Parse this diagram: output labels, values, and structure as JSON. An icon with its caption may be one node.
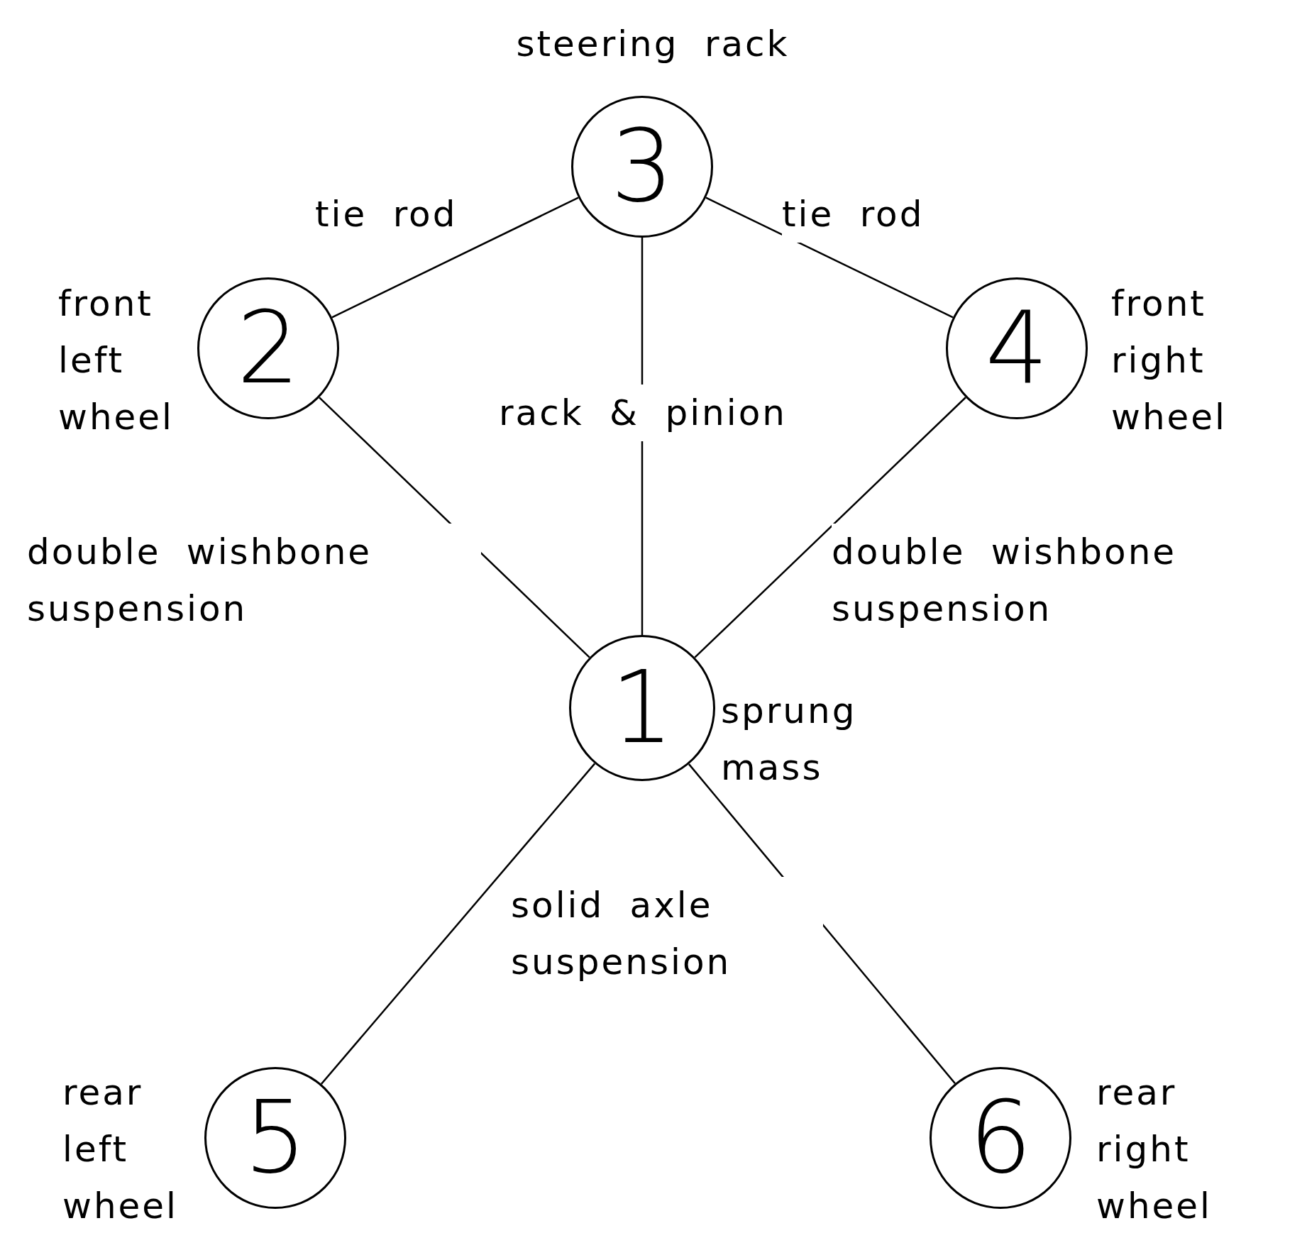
{
  "diagram": {
    "nodes": [
      {
        "text": [
          "3"
        ],
        "beside": [
          "steering rack"
        ]
      },
      {
        "text": [
          "2"
        ],
        "beside": [
          "front left wheel"
        ]
      },
      {
        "text": [
          "4"
        ],
        "beside": [
          "front right wheel"
        ]
      },
      {
        "text": [
          "1"
        ],
        "beside": [
          "sprung mass"
        ]
      },
      {
        "text": [
          "5"
        ],
        "beside": [
          "rear left wheel"
        ]
      },
      {
        "text": [
          "6"
        ],
        "beside": [
          "rear right wheel"
        ]
      }
    ],
    "edges": [
      {
        "from": 0,
        "to": 1,
        "arrow": "none",
        "label": "tie rod"
      },
      {
        "from": 0,
        "to": 2,
        "arrow": "none",
        "label": "tie rod"
      },
      {
        "from": 0,
        "to": 3,
        "arrow": "none",
        "label": "rack & pinion"
      },
      {
        "from": 1,
        "to": 3,
        "arrow": "none",
        "label": "double wishbone suspension"
      },
      {
        "from": 2,
        "to": 3,
        "arrow": "none",
        "label": "double wishbone suspension"
      },
      {
        "from": 3,
        "to": 4,
        "arrow": "none"
      },
      {
        "from": 3,
        "to": 5,
        "arrow": "none"
      }
    ],
    "labels": [
      "solid axle suspension"
    ]
  }
}
